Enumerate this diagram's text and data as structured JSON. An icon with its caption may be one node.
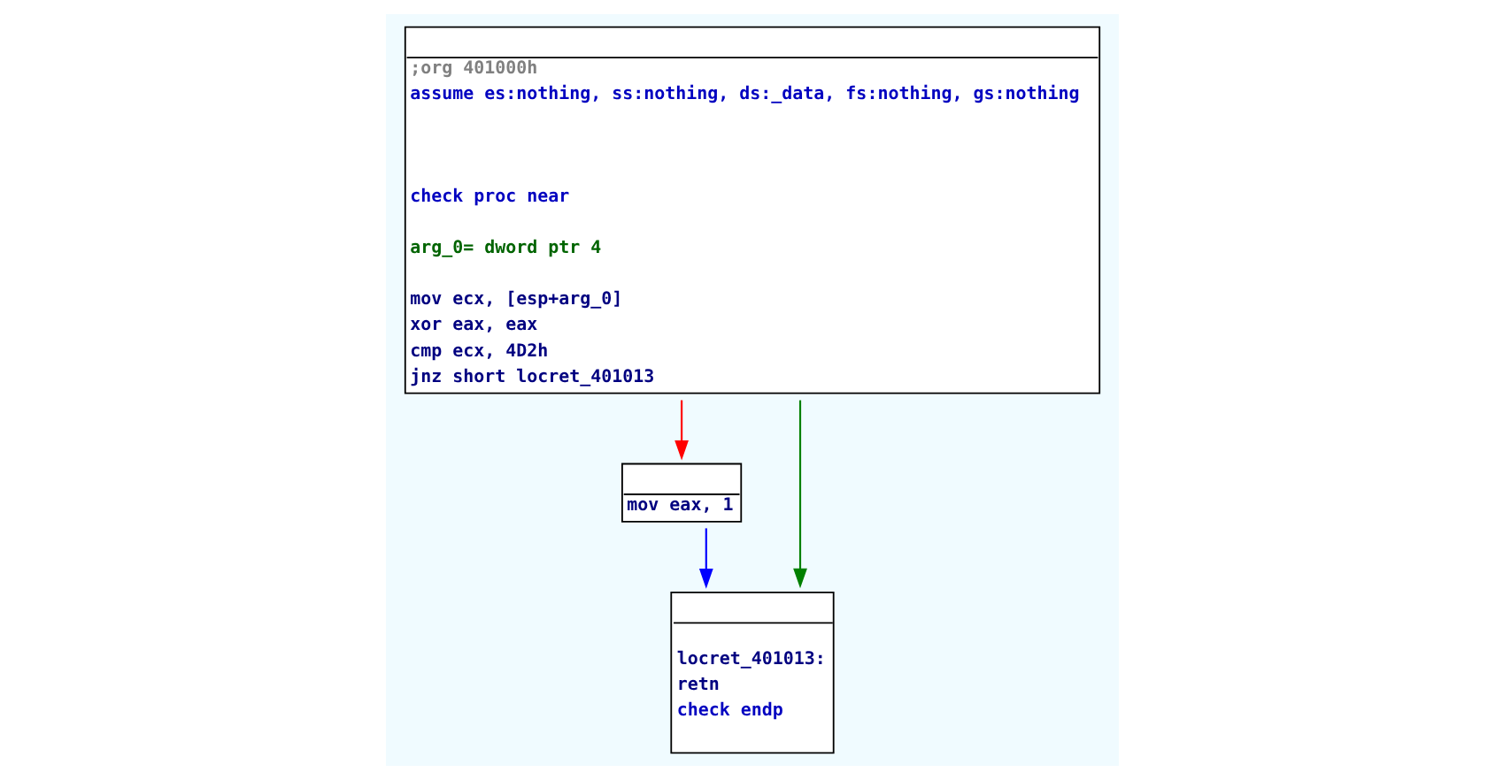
{
  "diagram": {
    "nodes": [
      {
        "text": [
          ";org 401000h",
          "assume es:nothing, ss:nothing, ds:_data, fs:nothing, gs:nothing",
          "check proc near",
          "arg_0= dword ptr 4",
          "mov ecx, [esp+arg_0]",
          "xor eax, eax",
          "cmp ecx, 4D2h",
          "jnz short locret_401013"
        ]
      },
      {
        "text": [
          "mov eax, 1"
        ]
      },
      {
        "text": [
          "locret_401013:",
          "retn",
          "check endp"
        ]
      }
    ],
    "edges": [
      {
        "from": 0,
        "to": 1,
        "arrow": "to",
        "color": "#ff0000"
      },
      {
        "from": 0,
        "to": 2,
        "arrow": "to",
        "color": "#008000"
      },
      {
        "from": 1,
        "to": 2,
        "arrow": "to",
        "color": "#0000ff"
      }
    ]
  }
}
